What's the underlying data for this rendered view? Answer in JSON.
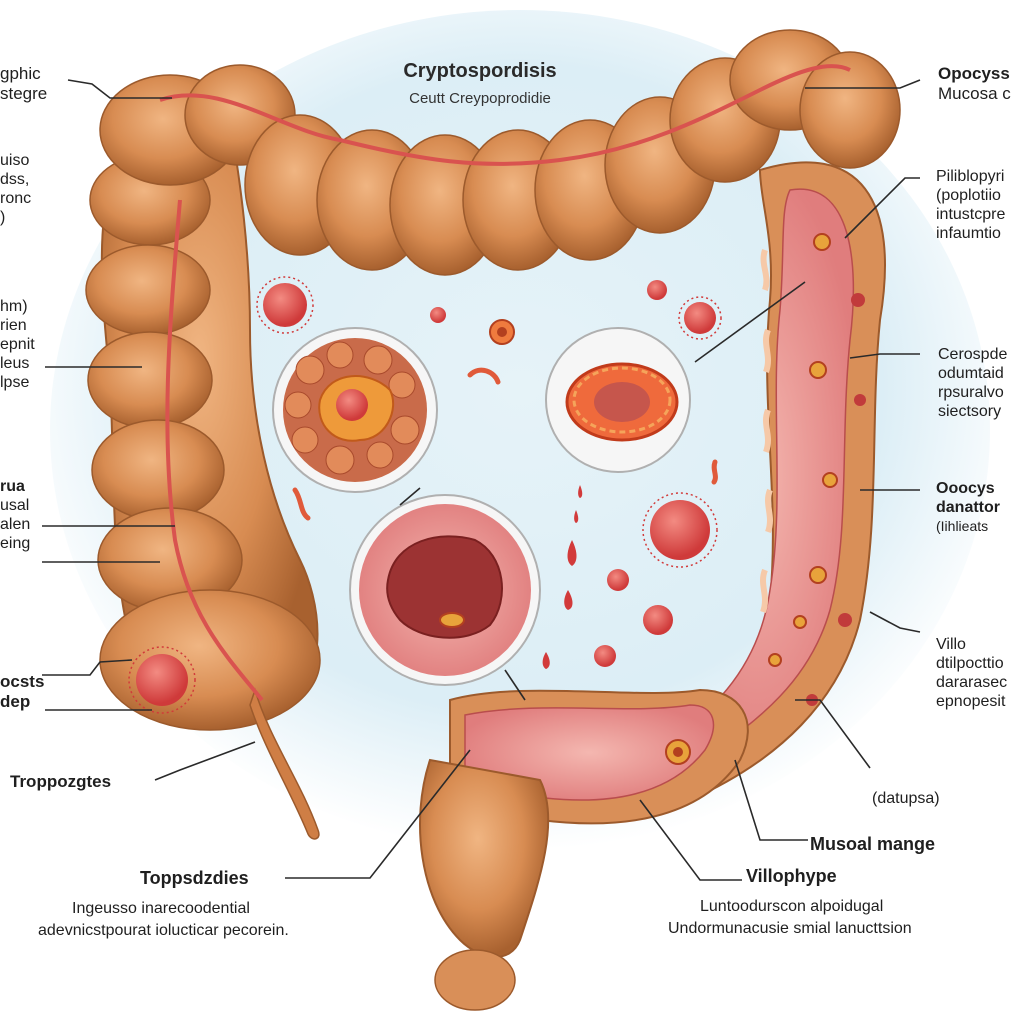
{
  "title": "Cryptospordisis",
  "subtitle": "Ceutt Creypoprodidie",
  "labels": {
    "l1_a": "gphic",
    "l1_b": "stegre",
    "l2_a": "uiso",
    "l2_b": "dss,",
    "l2_c": "ronc",
    "l2_d": ")",
    "l3_a": "hm)",
    "l3_b": "rien",
    "l3_c": "epnit",
    "l3_d": "leus",
    "l3_e": "lpse",
    "l4_a": "rua",
    "l4_b": "usal",
    "l4_c": "alen",
    "l4_d": "eing",
    "l5_a": "ocsts",
    "l5_b": "dep",
    "l6": "Troppozgtes",
    "l7_title": "Toppsdzdies",
    "l7_a": "Ingeusso inarecoodential",
    "l7_b": "adevnicstpourat iolucticar pecorein.",
    "r1_a": "Opocyss",
    "r1_b": "Mucosa c",
    "r2_a": "Piliblopyri",
    "r2_b": "(poplotiio",
    "r2_c": "intustcpre",
    "r2_d": "infaumtio",
    "r3_a": "Cerospde",
    "r3_b": "odumtaid",
    "r3_c": "rpsuralvo",
    "r3_d": "siectsory",
    "r4_a": "Ooocys",
    "r4_b": "danattor",
    "r4_c": "(Iihlieats",
    "r5_a": "Villo",
    "r5_b": "dtilpocttio",
    "r5_c": "dararasec",
    "r5_d": "epnopesit",
    "r6": "(datupsa)",
    "r7": "Musoal mange",
    "r8_title": "Villophype",
    "r8_a": "Luntoodurscon alpoidugal",
    "r8_b": "Undormunacusie smial lanucttsion"
  },
  "colors": {
    "colon_outer": "#d9925a",
    "colon_shadow": "#b8703f",
    "colon_highlight": "#f2b988",
    "mucosa": "#e58c8c",
    "vessel": "#d9534f",
    "parasite": "#e04848",
    "background_glow": "#dceef6"
  }
}
